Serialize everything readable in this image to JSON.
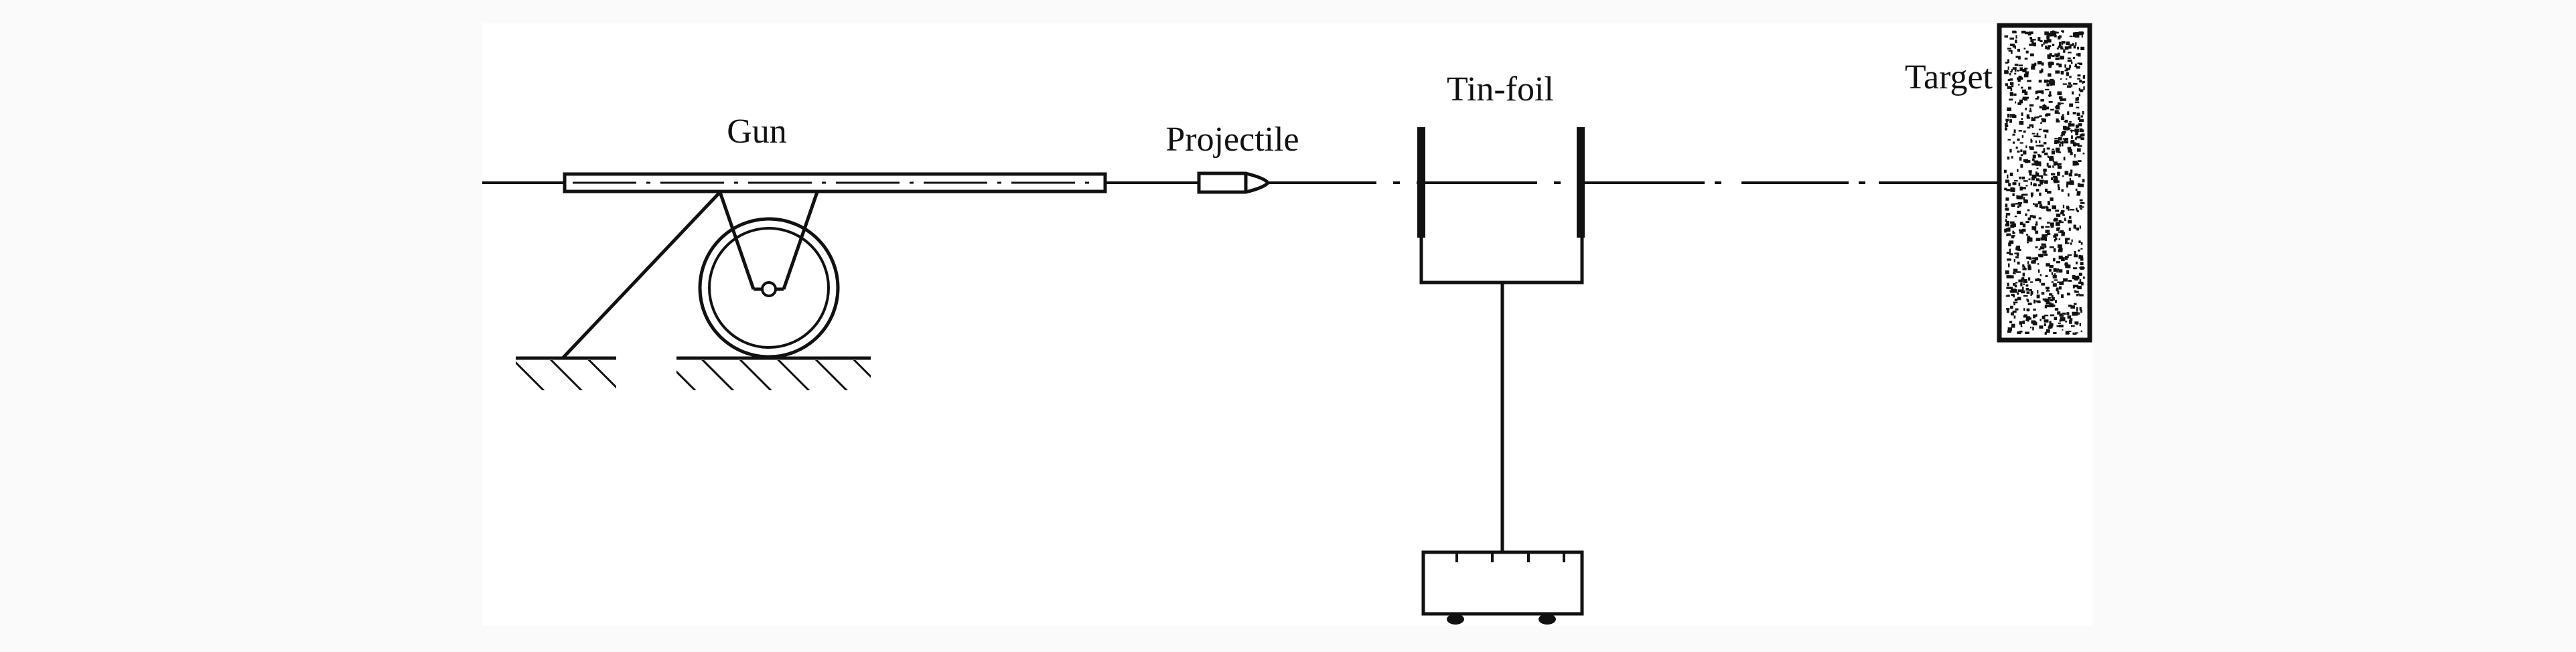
{
  "labels": {
    "gun": "Gun",
    "projectile": "Projectile",
    "tin_foil": "Tin-foil",
    "target": "Target"
  },
  "colors": {
    "page_background": "#fafafa",
    "panel_background": "#ffffff",
    "stroke": "#111111"
  }
}
